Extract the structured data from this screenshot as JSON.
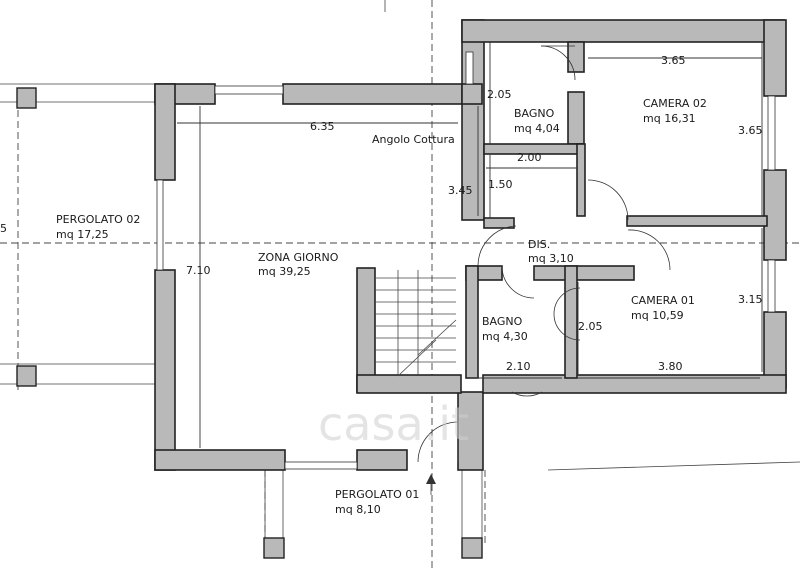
{
  "rooms": {
    "pergolato02": {
      "name": "PERGOLATO 02",
      "area": "mq 17,25"
    },
    "zona_giorno": {
      "name": "ZONA GIORNO",
      "area": "mq 39,25"
    },
    "angolo_cottura": {
      "name": "Angolo Cottura"
    },
    "bagno_top": {
      "name": "BAGNO",
      "area": "mq 4,04"
    },
    "camera02": {
      "name": "CAMERA 02",
      "area": "mq 16,31"
    },
    "dis": {
      "name": "DIS.",
      "area": "mq 3,10"
    },
    "bagno_bottom": {
      "name": "BAGNO",
      "area": "mq 4,30"
    },
    "camera01": {
      "name": "CAMERA 01",
      "area": "mq 10,59"
    },
    "pergolato01": {
      "name": "PERGOLATO 01",
      "area": "mq 8,10"
    }
  },
  "dimensions": {
    "zona_width": "6.35",
    "zona_height": "7.10",
    "cottura_depth": "3.45",
    "bagno_top_height": "2.05",
    "bagno_top_width": "2.00",
    "dis_small": "1.50",
    "camera02_width": "3.65",
    "camera02_height": "3.65",
    "camera01_height": "3.15",
    "camera01_side": "2.05",
    "bagno_bottom_width": "2.10",
    "camera01_width": "3.80"
  },
  "watermark": "casa.it",
  "axis_marker": "5"
}
